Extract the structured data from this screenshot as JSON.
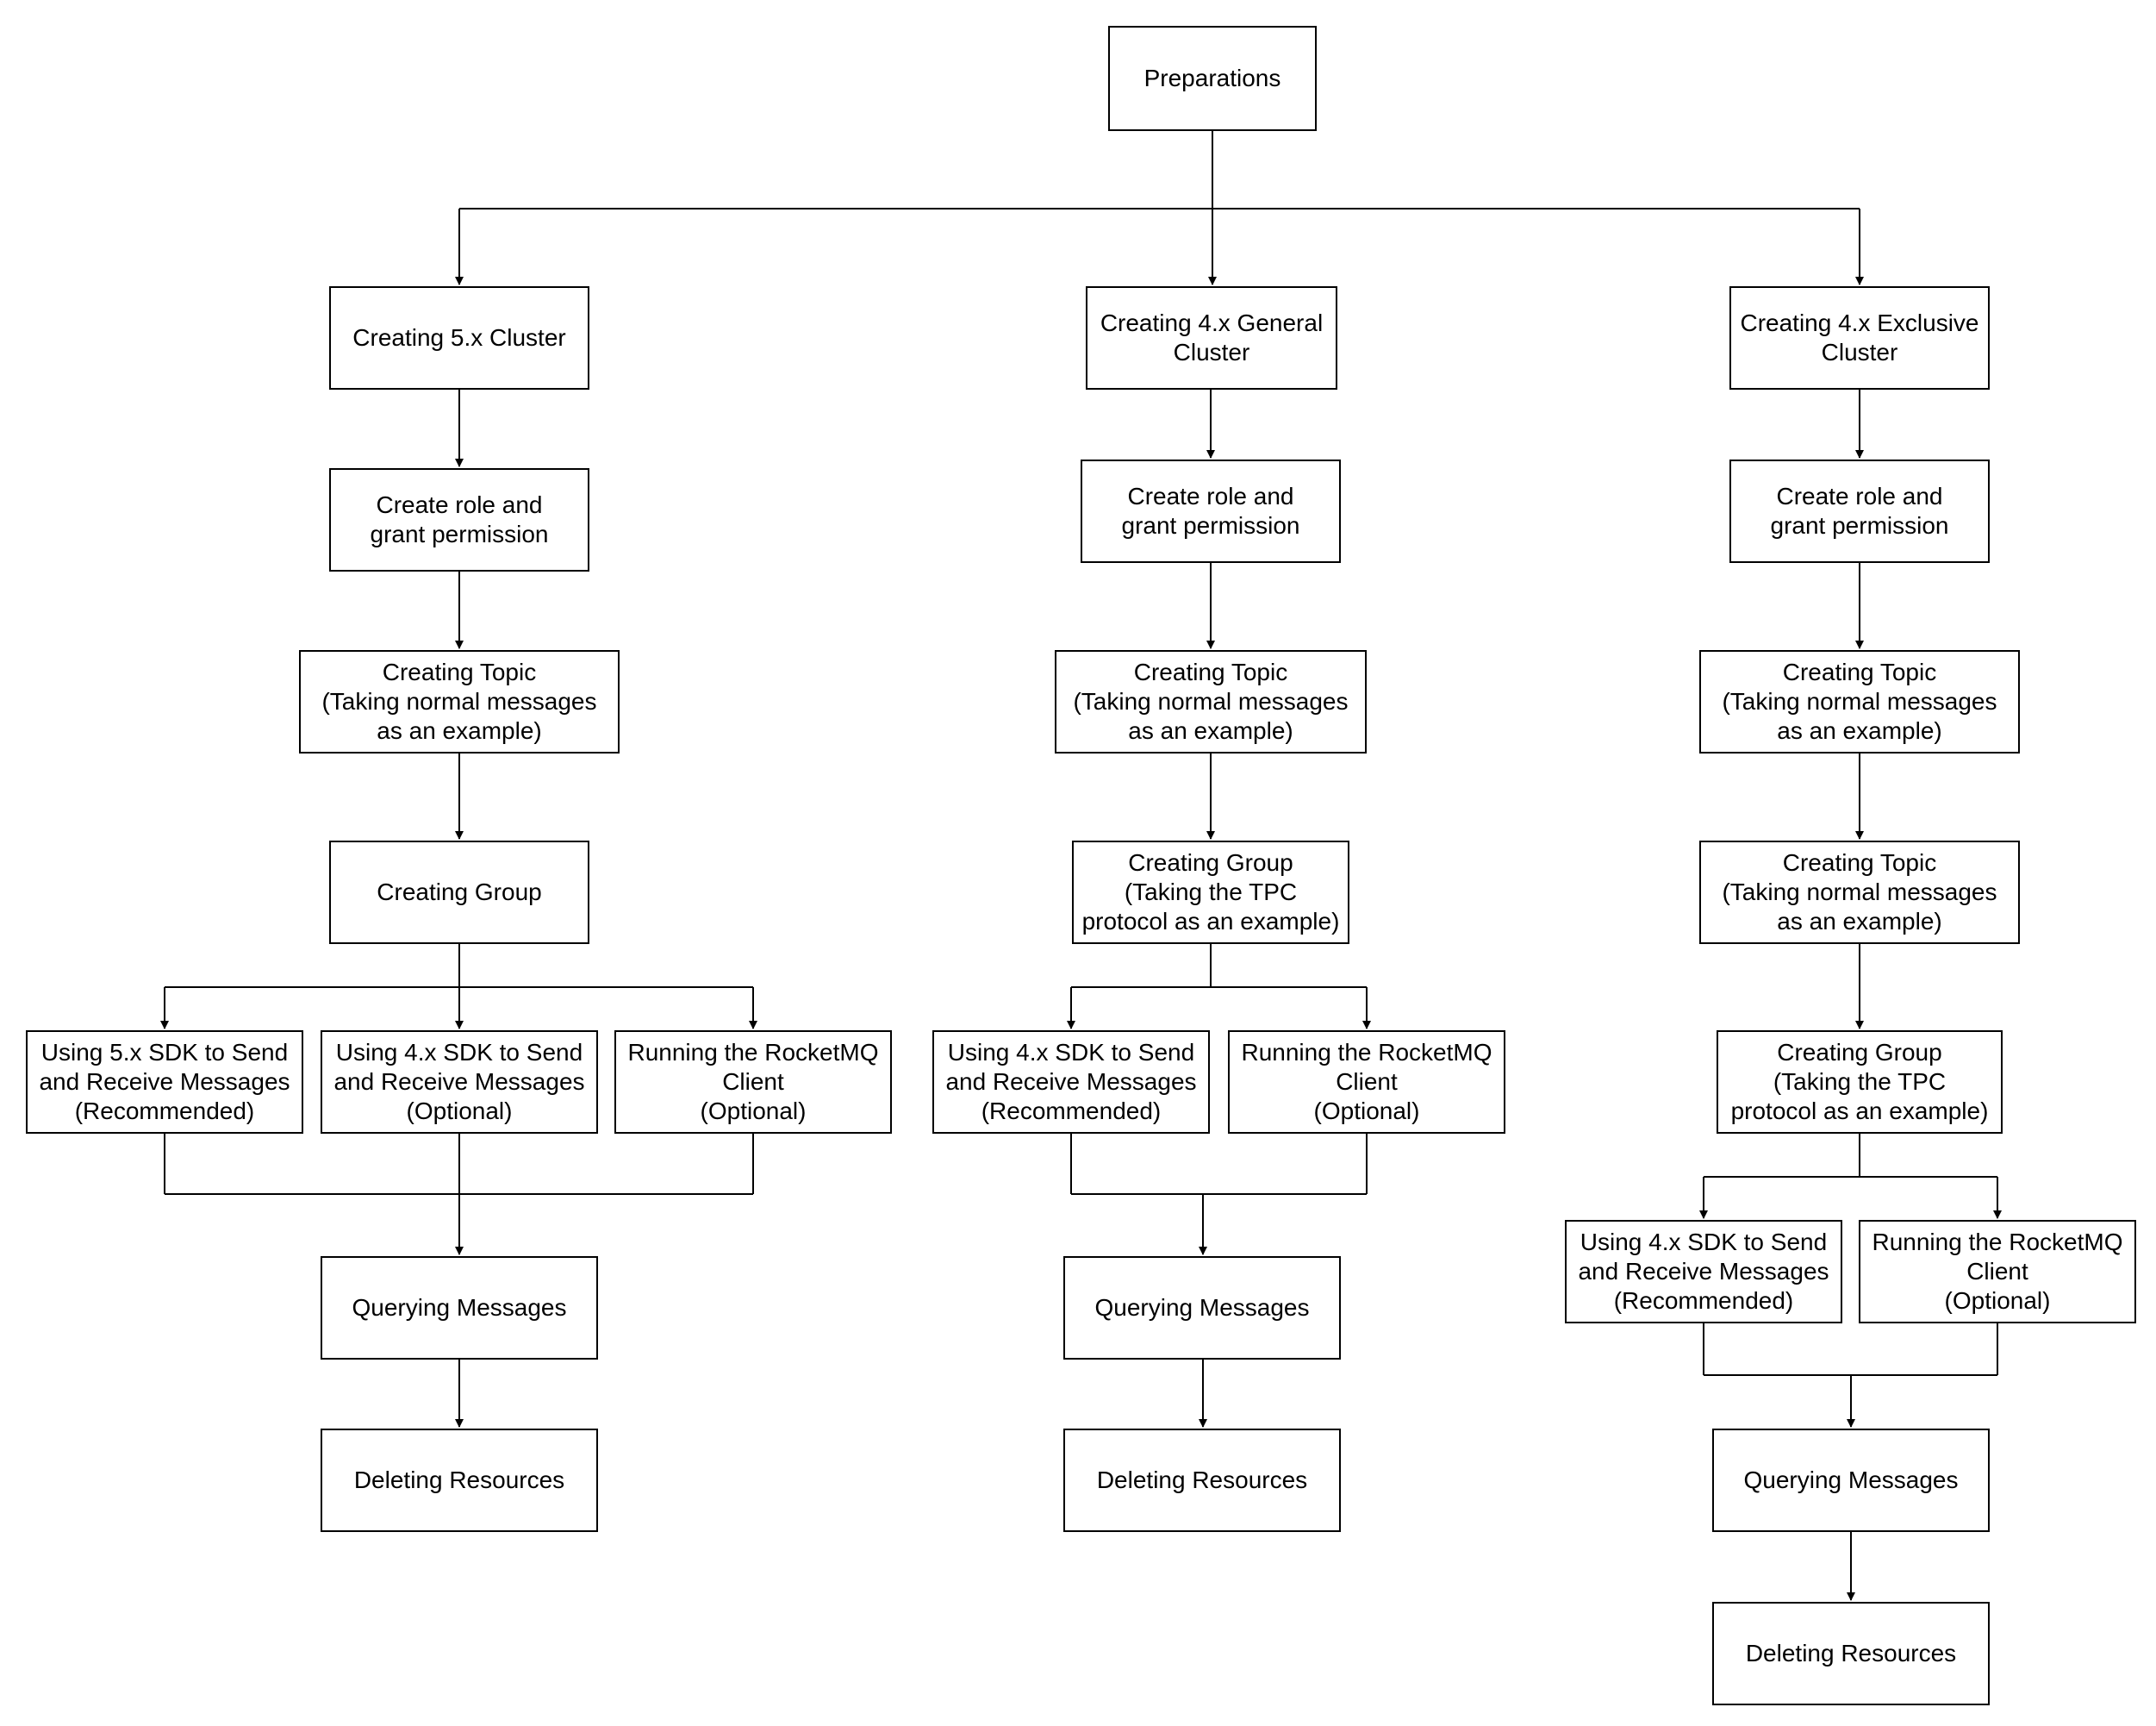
{
  "colors": {
    "stroke": "#000000",
    "background": "#ffffff",
    "text": "#000000"
  },
  "nodes": {
    "preparations": "Preparations",
    "col1": {
      "cluster": "Creating 5.x Cluster",
      "role": "Create role and\ngrant permission",
      "topic": "Creating Topic\n(Taking normal messages\nas an example)",
      "group": "Creating Group",
      "sdk5": "Using 5.x SDK to Send\nand Receive Messages\n(Recommended)",
      "sdk4": "Using 4.x SDK to Send\nand Receive Messages\n(Optional)",
      "client": "Running the RocketMQ\nClient\n(Optional)",
      "query": "Querying Messages",
      "delete": "Deleting Resources"
    },
    "col2": {
      "cluster": "Creating 4.x General\nCluster",
      "role": "Create role and\ngrant permission",
      "topic": "Creating Topic\n(Taking normal messages\nas an example)",
      "group": "Creating Group\n(Taking the TPC\nprotocol as an example)",
      "sdk4": "Using 4.x SDK to Send\nand Receive Messages\n(Recommended)",
      "client": "Running the RocketMQ\nClient\n(Optional)",
      "query": "Querying Messages",
      "delete": "Deleting Resources"
    },
    "col3": {
      "cluster": "Creating 4.x Exclusive\nCluster",
      "role": "Create role and\ngrant permission",
      "topic1": "Creating Topic\n(Taking normal messages\nas an example)",
      "topic2": "Creating Topic\n(Taking normal messages\nas an example)",
      "group": "Creating Group\n(Taking the TPC\nprotocol as an example)",
      "sdk4": "Using 4.x SDK to Send\nand Receive Messages\n(Recommended)",
      "client": "Running the RocketMQ\nClient\n(Optional)",
      "query": "Querying Messages",
      "delete": "Deleting Resources"
    }
  }
}
